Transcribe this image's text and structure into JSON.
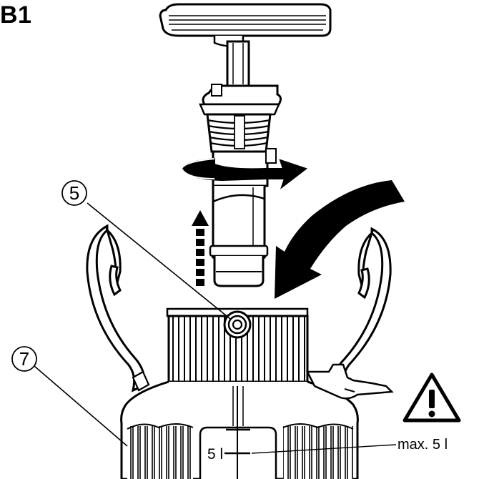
{
  "figure": {
    "label": "B1"
  },
  "callouts": {
    "part_5": "5",
    "part_7": "7"
  },
  "scale": {
    "mark_label": "5 l",
    "max_label": "max. 5 l"
  },
  "icons": {
    "warning": "warning-triangle-icon",
    "rotate": "rotate-arrow-icon",
    "insert": "curved-insert-arrow-icon",
    "lift": "dashed-up-arrow-icon"
  },
  "colors": {
    "line": "#000000",
    "background": "#ffffff"
  }
}
